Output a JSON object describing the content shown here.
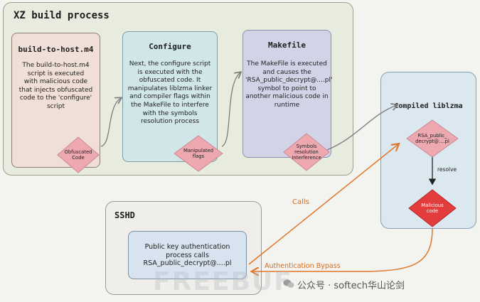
{
  "colors": {
    "diamond_pink": "#eda8b0",
    "diamond_red": "#e23c3c",
    "orange_arrow": "#e0762a",
    "grey_arrow": "#7b7b7b"
  },
  "xz_panel": {
    "title": "XZ build process"
  },
  "build_to_host": {
    "title": "build-to-host.m4",
    "text": "The build-to-host.m4\nscript is executed\nwith malicious code\nthat injects obfuscated\ncode to the 'configure'\nscript"
  },
  "configure": {
    "title": "Configure",
    "text": "Next, the configure script\nis executed with the\nobfuscated code. It\nmanipulates liblzma linker\nand compiler flags within\nthe MakeFile to interfere\nwith the symbols\nresolution process"
  },
  "makefile": {
    "title": "Makefile",
    "text": "The MakeFile is executed\nand causes the\n'RSA_public_decrypt@....pl'\nsymbol to point to\nanother malicious code in\nruntime"
  },
  "diamonds": {
    "obfuscated": "Obfuscated\nCode",
    "manipulated": "Manipulated\nflags",
    "symbols": "Symbols\nresolution\nInterference",
    "rsa": "RSA_public_\ndecrypt@....pl",
    "malicious": "Malicious\ncode"
  },
  "sshd_panel": {
    "title": "SSHD"
  },
  "public_key": {
    "text": "Public key authentication\nprocess calls\nRSA_public_decrypt@....pl"
  },
  "lib_panel": {
    "title": "Compiled liblzma"
  },
  "edges": {
    "calls": "Calls",
    "resolve": "resolve",
    "bypass": "Authentication Bypass"
  },
  "watermark": {
    "left": "FREEBUF",
    "right": "公众号 · softech华山论剑"
  }
}
